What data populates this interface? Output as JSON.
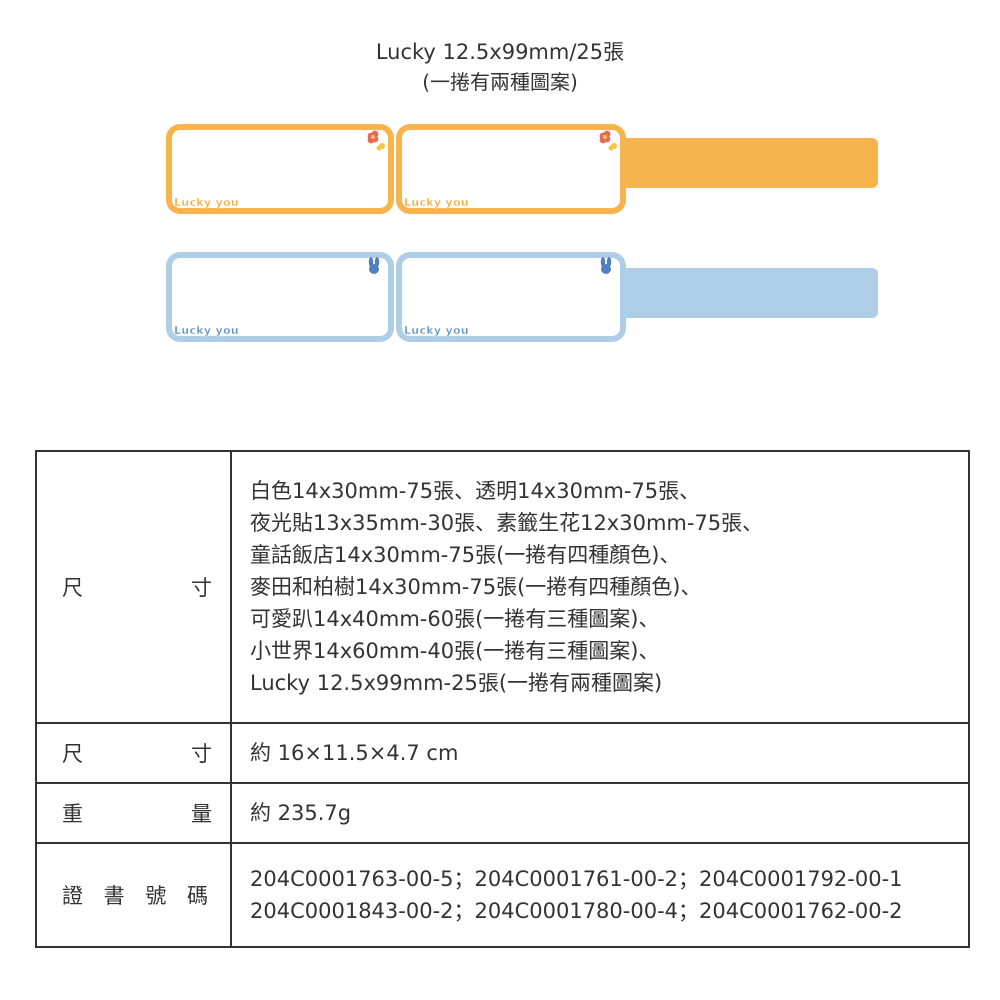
{
  "header": {
    "title": "Lucky 12.5x99mm/25張",
    "subtitle": "(一捲有兩種圖案)"
  },
  "labels": {
    "text": "Lucky you",
    "colors": {
      "orange": "#f7b34d",
      "blue": "#aecde6",
      "lucky_orange": "#f2a93b",
      "lucky_blue": "#5a8fc4"
    }
  },
  "spec": {
    "rows": [
      {
        "key_chars": [
          "尺",
          "寸"
        ],
        "lines": [
          "白色14x30mm-75張、透明14x30mm-75張、",
          "夜光貼13x35mm-30張、素籤生花12x30mm-75張、",
          "童話飯店14x30mm-75張(一捲有四種顏色)、",
          "麥田和柏樹14x30mm-75張(一捲有四種顏色)、",
          "可愛趴14x40mm-60張(一捲有三種圖案)、",
          "小世界14x60mm-40張(一捲有三種圖案)、",
          "Lucky 12.5x99mm-25張(一捲有兩種圖案)"
        ]
      },
      {
        "key_chars": [
          "尺",
          "寸"
        ],
        "lines": [
          "約 16×11.5×4.7 cm"
        ]
      },
      {
        "key_chars": [
          "重",
          "量"
        ],
        "lines": [
          "約 235.7g"
        ]
      },
      {
        "key_chars": [
          "證",
          "書",
          "號",
          "碼"
        ],
        "lines": [
          "204C0001763-00-5；204C0001761-00-2；204C0001792-00-1",
          "204C0001843-00-2；204C0001780-00-4；204C0001762-00-2"
        ]
      }
    ]
  }
}
